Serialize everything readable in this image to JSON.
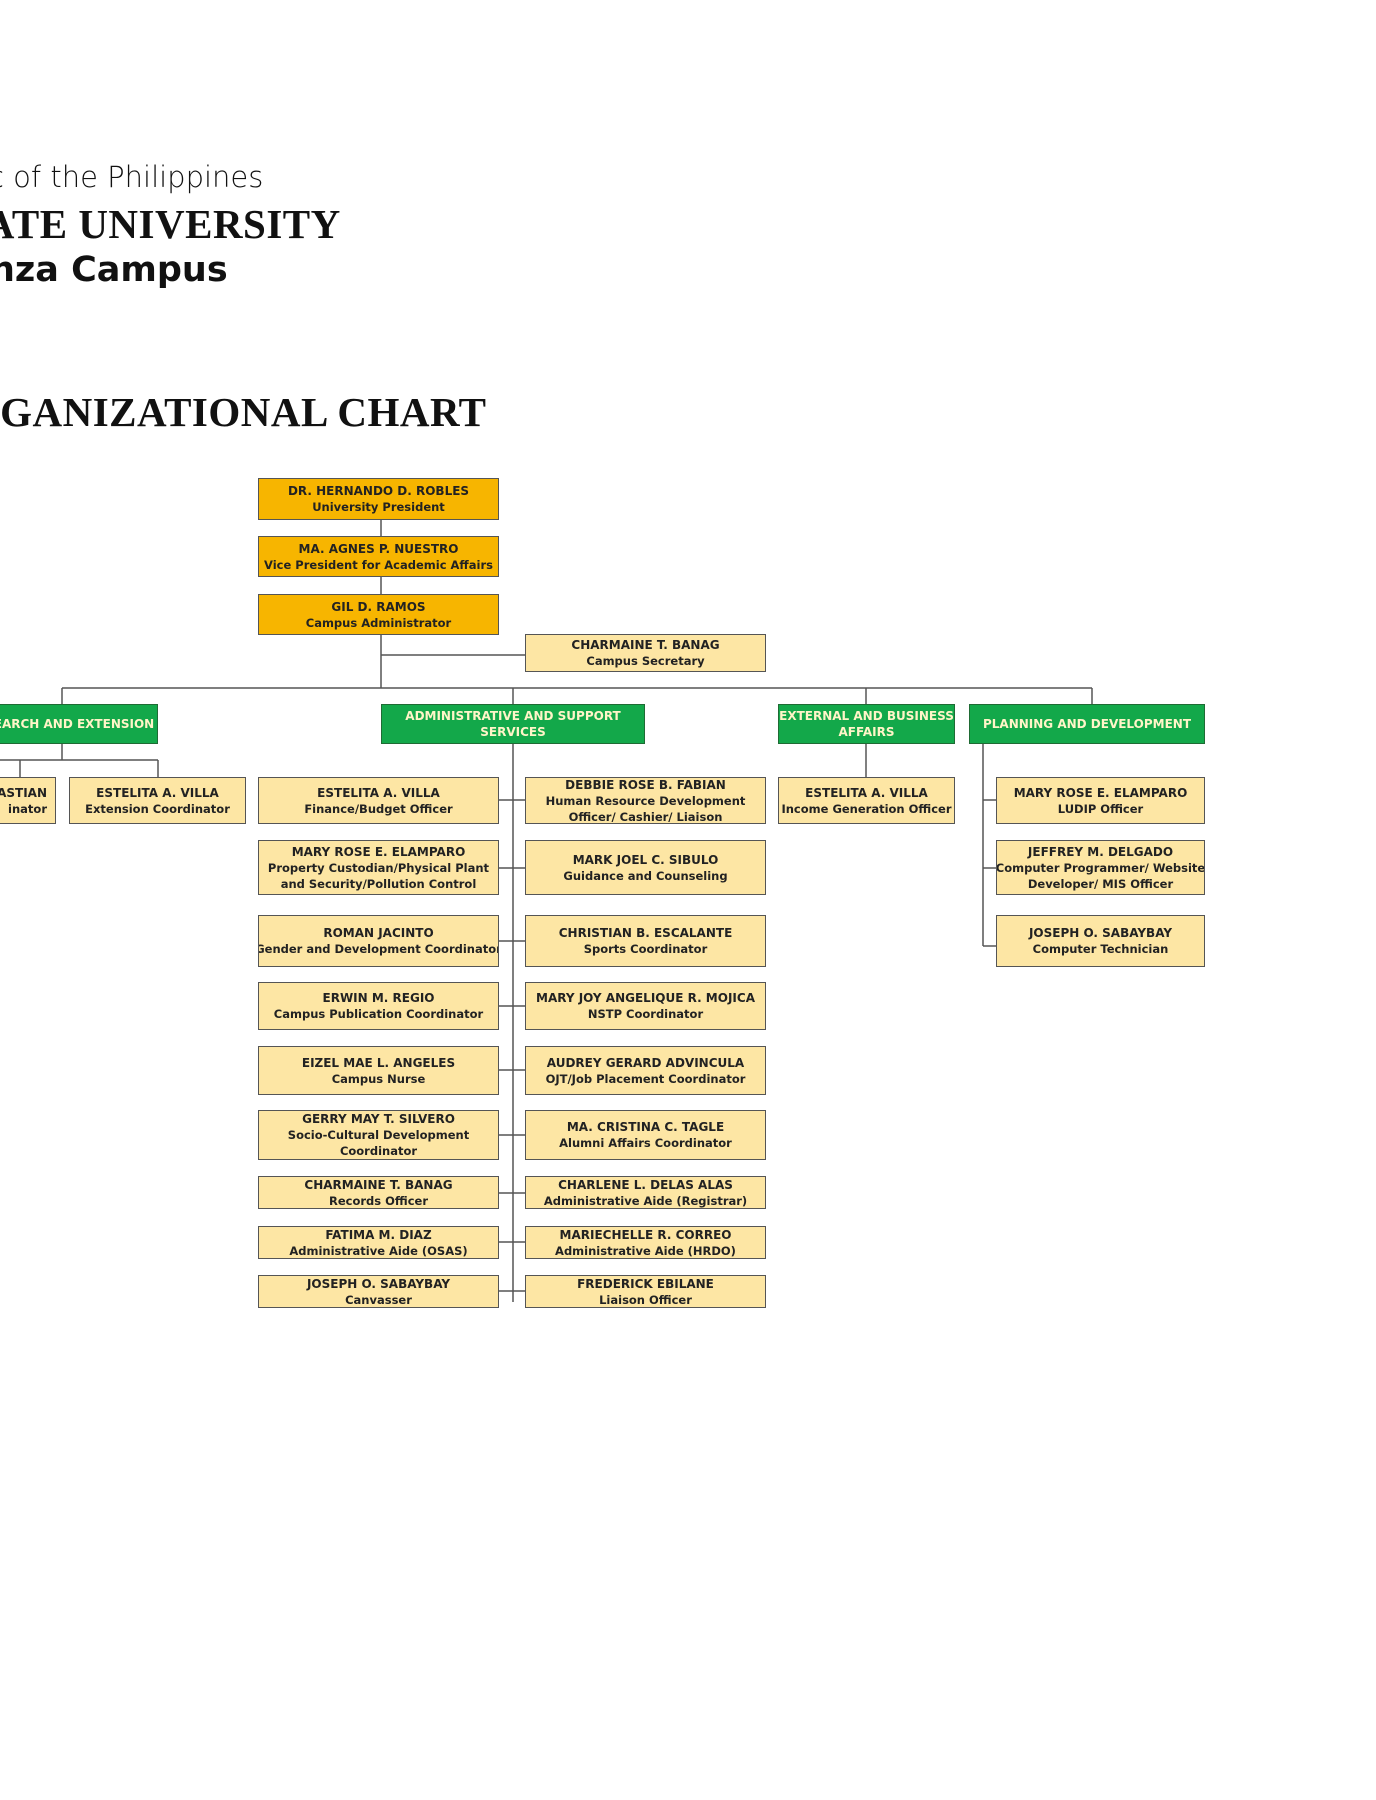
{
  "header": {
    "line1": "c of the Philippines",
    "line2": "TATE UNIVERSITY",
    "line3": "nza Campus"
  },
  "title": "RGANIZATIONAL CHART",
  "colors": {
    "top": "#f7b500",
    "office": "#13a84a",
    "staff": "#fde6a4",
    "line": "#555555"
  },
  "nodes": {
    "president": {
      "name": "DR. HERNANDO D. ROBLES",
      "role": "University President"
    },
    "vpaa": {
      "name": "MA. AGNES P. NUESTRO",
      "role": "Vice President for Academic Affairs"
    },
    "admin": {
      "name": "GIL D. RAMOS",
      "role": "Campus Administrator"
    },
    "secretary": {
      "name": "CHARMAINE T. BANAG",
      "role": "Campus Secretary"
    },
    "research": {
      "label": "EARCH AND EXTENSION"
    },
    "admin_support": {
      "line1": "ADMINISTRATIVE AND SUPPORT",
      "line2": "SERVICES"
    },
    "external": {
      "line1": "EXTERNAL AND BUSINESS",
      "line2": "AFFAIRS"
    },
    "planning": {
      "label": "PLANNING AND DEVELOPMENT"
    },
    "r1": {
      "name": "ASTIAN",
      "role": "inator"
    },
    "r2": {
      "name": "ESTELITA A. VILLA",
      "role": "Extension Coordinator"
    },
    "a1": {
      "name": "ESTELITA A. VILLA",
      "role": "Finance/Budget Officer"
    },
    "a2": {
      "name": "MARY ROSE E. ELAMPARO",
      "role": "Property Custodian/Physical Plant",
      "role2": "and Security/Pollution Control"
    },
    "a3": {
      "name": "ROMAN JACINTO",
      "role": "Gender and Development Coordinator"
    },
    "a4": {
      "name": "ERWIN M. REGIO",
      "role": "Campus Publication Coordinator"
    },
    "a5": {
      "name": "EIZEL MAE L. ANGELES",
      "role": "Campus Nurse"
    },
    "a6": {
      "name": "GERRY MAY T. SILVERO",
      "role": "Socio-Cultural Development",
      "role2": "Coordinator"
    },
    "a7": {
      "name": "CHARMAINE T. BANAG",
      "role": "Records Officer"
    },
    "a8": {
      "name": "FATIMA M. DIAZ",
      "role": "Administrative Aide (OSAS)"
    },
    "a9": {
      "name": "JOSEPH O. SABAYBAY",
      "role": "Canvasser"
    },
    "b1": {
      "name": "DEBBIE ROSE B. FABIAN",
      "role": "Human Resource Development",
      "role2": "Officer/ Cashier/ Liaison"
    },
    "b2": {
      "name": "MARK JOEL C. SIBULO",
      "role": "Guidance and Counseling"
    },
    "b3": {
      "name": "CHRISTIAN B. ESCALANTE",
      "role": "Sports Coordinator"
    },
    "b4": {
      "name": "MARY JOY ANGELIQUE R. MOJICA",
      "role": "NSTP Coordinator"
    },
    "b5": {
      "name": "AUDREY GERARD ADVINCULA",
      "role": "OJT/Job Placement Coordinator"
    },
    "b6": {
      "name": "MA. CRISTINA C. TAGLE",
      "role": "Alumni Affairs Coordinator"
    },
    "b7": {
      "name": "CHARLENE L. DELAS ALAS",
      "role": "Administrative Aide (Registrar)"
    },
    "b8": {
      "name": "MARIECHELLE R. CORREO",
      "role": "Administrative Aide (HRDO)"
    },
    "b9": {
      "name": "FREDERICK EBILANE",
      "role": "Liaison Officer"
    },
    "e1": {
      "name": "ESTELITA A. VILLA",
      "role": "Income Generation Officer"
    },
    "p1": {
      "name": "MARY ROSE E. ELAMPARO",
      "role": "LUDIP Officer"
    },
    "p2": {
      "name": "JEFFREY M. DELGADO",
      "role": "Computer Programmer/ Website",
      "role2": "Developer/ MIS Officer"
    },
    "p3": {
      "name": "JOSEPH O. SABAYBAY",
      "role": "Computer Technician"
    }
  }
}
